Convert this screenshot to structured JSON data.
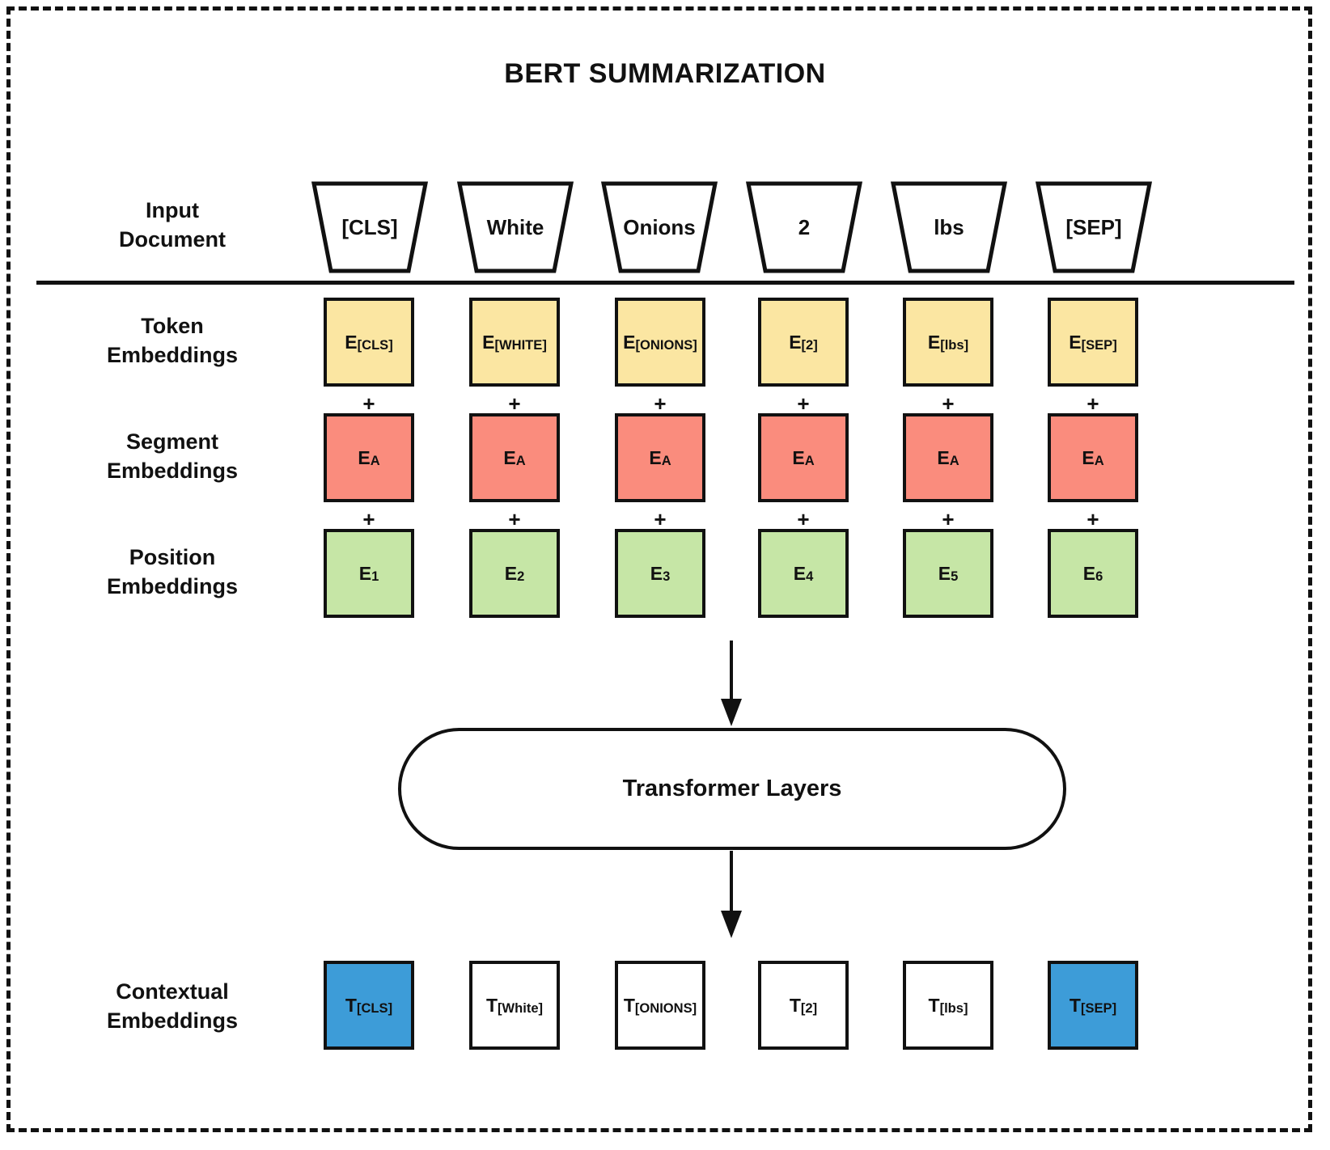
{
  "diagram": {
    "title": "BERT SUMMARIZATION",
    "frame_style": "dashed",
    "accent_colors": {
      "token": "#FBE6A2",
      "segment": "#FA8C7D",
      "position": "#C6E6A6",
      "contextual_highlight": "#3D9CD8",
      "stroke": "#111111",
      "background": "#FFFFFF"
    }
  },
  "row_labels": {
    "input": "Input\nDocument",
    "token": "Token\nEmbeddings",
    "segment": "Segment\nEmbeddings",
    "position": "Position\nEmbeddings",
    "contextual": "Contextual\nEmbeddings"
  },
  "input_tokens": [
    {
      "label": "[CLS]"
    },
    {
      "label": "White"
    },
    {
      "label": "Onions"
    },
    {
      "label": "2"
    },
    {
      "label": "lbs"
    },
    {
      "label": "[SEP]"
    }
  ],
  "token_embeddings": [
    {
      "base": "E",
      "sub": "[CLS]"
    },
    {
      "base": "E",
      "sub": "[WHITE]"
    },
    {
      "base": "E",
      "sub": "[ONIONS]"
    },
    {
      "base": "E",
      "sub": "[2]"
    },
    {
      "base": "E",
      "sub": "[lbs]"
    },
    {
      "base": "E",
      "sub": "[SEP]"
    }
  ],
  "segment_embeddings": [
    {
      "base": "E",
      "sub": "A"
    },
    {
      "base": "E",
      "sub": "A"
    },
    {
      "base": "E",
      "sub": "A"
    },
    {
      "base": "E",
      "sub": "A"
    },
    {
      "base": "E",
      "sub": "A"
    },
    {
      "base": "E",
      "sub": "A"
    }
  ],
  "position_embeddings": [
    {
      "base": "E",
      "sub": "1"
    },
    {
      "base": "E",
      "sub": "2"
    },
    {
      "base": "E",
      "sub": "3"
    },
    {
      "base": "E",
      "sub": "4"
    },
    {
      "base": "E",
      "sub": "5"
    },
    {
      "base": "E",
      "sub": "6"
    }
  ],
  "contextual_embeddings": [
    {
      "base": "T",
      "sub": "[CLS]",
      "highlighted": true
    },
    {
      "base": "T",
      "sub": "[White]",
      "highlighted": false
    },
    {
      "base": "T",
      "sub": "[ONIONS]",
      "highlighted": false
    },
    {
      "base": "T",
      "sub": "[2]",
      "highlighted": false
    },
    {
      "base": "T",
      "sub": "[lbs]",
      "highlighted": false
    },
    {
      "base": "T",
      "sub": "[SEP]",
      "highlighted": true
    }
  ],
  "operators": {
    "plus": "+"
  },
  "transformer": {
    "label": "Transformer Layers"
  },
  "arrows": {
    "into_transformer": "arrow-down",
    "out_of_transformer": "arrow-down"
  }
}
